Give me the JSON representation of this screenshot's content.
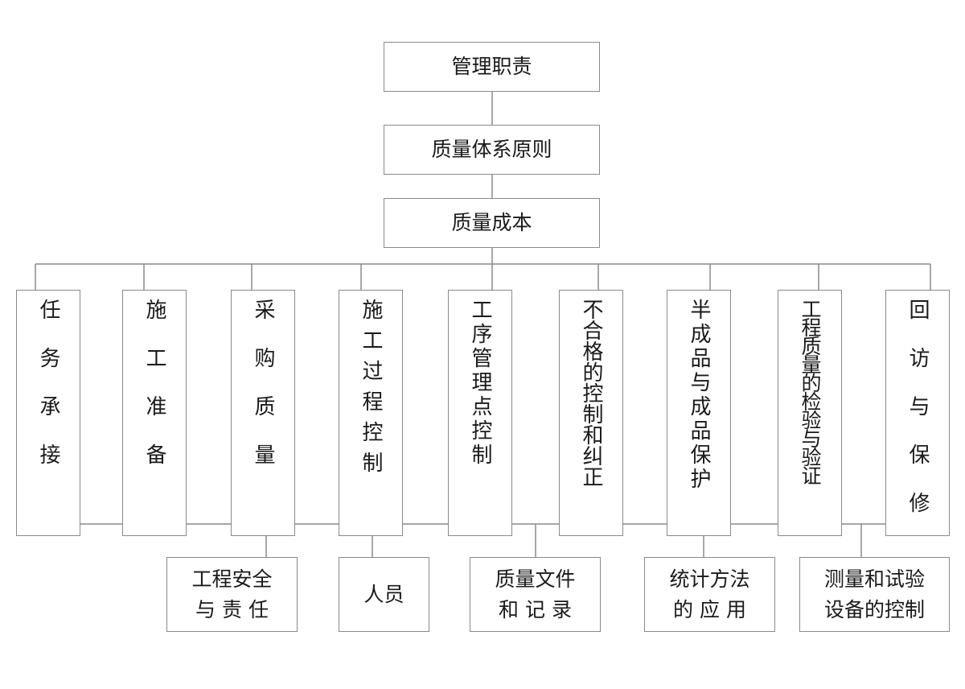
{
  "chain": [
    "管理职责",
    "质量体系原则",
    "质量成本"
  ],
  "branches": [
    {
      "id": "task",
      "text": "任务承接"
    },
    {
      "id": "prep",
      "text": "施工准备"
    },
    {
      "id": "purchase",
      "text": "采购质量"
    },
    {
      "id": "process",
      "text": "施工过程控制"
    },
    {
      "id": "checkpoint",
      "text": "工序管理点控制"
    },
    {
      "id": "nonconform",
      "text": "不合格的控制和纠正"
    },
    {
      "id": "protect",
      "text": "半成品与成品保护"
    },
    {
      "id": "inspect",
      "text": "工程质量的检验与验证"
    },
    {
      "id": "followup",
      "text": "回访与保修"
    }
  ],
  "bottom": [
    {
      "id": "safety",
      "lines": [
        "工程安全",
        "与 责 任"
      ]
    },
    {
      "id": "staff",
      "lines": [
        "人员"
      ]
    },
    {
      "id": "docs",
      "lines": [
        "质量文件",
        "和 记 录"
      ]
    },
    {
      "id": "stats",
      "lines": [
        "统计方法",
        "的 应 用"
      ]
    },
    {
      "id": "equip",
      "lines": [
        "测量和试验",
        "设备的控制"
      ]
    }
  ],
  "colors": {
    "line": "#8a8a8a",
    "text": "#1a1a1a",
    "background": "#ffffff"
  }
}
